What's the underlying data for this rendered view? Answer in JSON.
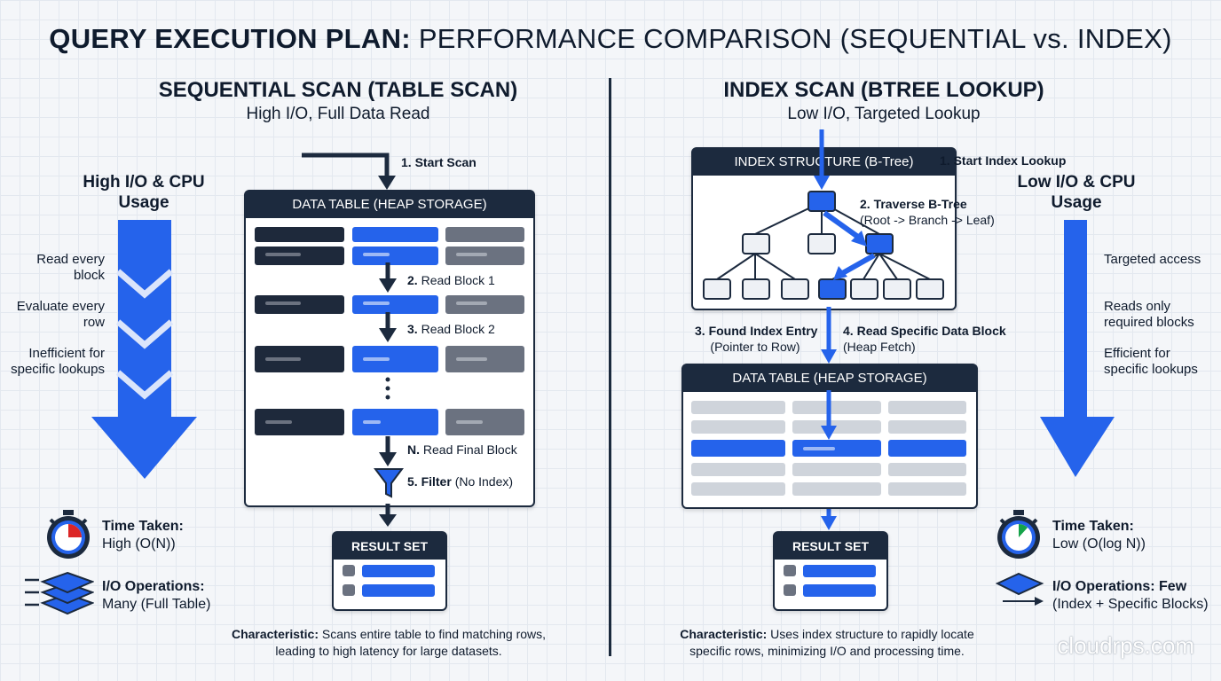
{
  "title": {
    "bold": "QUERY EXECUTION PLAN:",
    "rest": " PERFORMANCE COMPARISON (SEQUENTIAL vs. INDEX)"
  },
  "left": {
    "heading": "SEQUENTIAL SCAN (TABLE SCAN)",
    "subheading": "High I/O, Full Data Read",
    "usage_label": "High I/O & CPU Usage",
    "notes": [
      "Read every block",
      "Evaluate every row",
      "Inefficient for specific lookups"
    ],
    "table_header": "DATA TABLE (HEAP STORAGE)",
    "steps": [
      {
        "num": "1.",
        "text": "Start Scan"
      },
      {
        "num": "2.",
        "text": "Read Block 1"
      },
      {
        "num": "3.",
        "text": "Read Block 2"
      },
      {
        "num": "N.",
        "text": "Read Final Block"
      },
      {
        "num": "5. Filter",
        "text": "(No Index)"
      }
    ],
    "result_header": "RESULT SET",
    "time_label": "Time Taken:",
    "time_value": "High (O(N))",
    "io_label": "I/O Operations:",
    "io_value": "Many (Full Table)",
    "char_label": "Characteristic:",
    "char_text": " Scans entire table to find matching rows, leading to high latency for large datasets."
  },
  "right": {
    "heading": "INDEX SCAN (BTREE LOOKUP)",
    "subheading": "Low I/O, Targeted Lookup",
    "usage_label": "Low I/O & CPU Usage",
    "notes": [
      "Targeted access",
      "Reads only required blocks",
      "Efficient for specific lookups"
    ],
    "index_header": "INDEX STRUCTURE (B-Tree)",
    "table_header": "DATA TABLE (HEAP STORAGE)",
    "steps": [
      {
        "num": "1.",
        "text": "Start Index Lookup"
      },
      {
        "num": "2.",
        "text": "Traverse B-Tree",
        "sub": "(Root -> Branch -> Leaf)"
      },
      {
        "num": "3.",
        "text": "Found Index Entry",
        "sub": "(Pointer to Row)"
      },
      {
        "num": "4.",
        "text": "Read Specific Data Block",
        "sub": "(Heap Fetch)"
      }
    ],
    "result_header": "RESULT SET",
    "time_label": "Time Taken:",
    "time_value": "Low (O(log N))",
    "io_label": "I/O Operations: Few",
    "io_value": "(Index + Specific Blocks)",
    "char_label": "Characteristic:",
    "char_text": " Uses index structure to rapidly locate specific rows, minimizing I/O and processing time."
  },
  "watermark": "cloudrps.com",
  "colors": {
    "navy": "#1c2a3e",
    "blue": "#2563eb",
    "gray": "#6b7280",
    "light_gray": "#cfd4db",
    "red": "#dc2626",
    "green": "#16a34a"
  }
}
